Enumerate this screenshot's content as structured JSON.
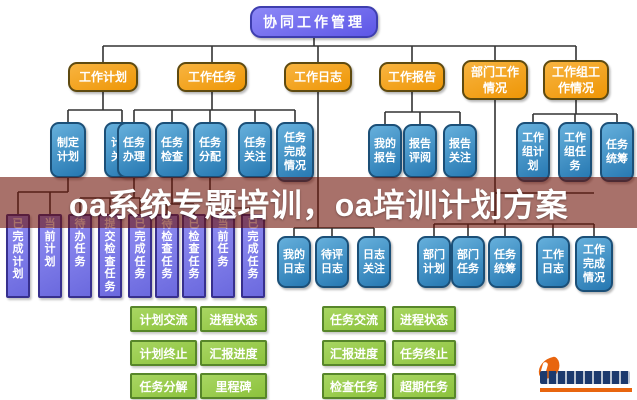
{
  "banner": {
    "text": "oa系统专题培训，oa培训计划方案"
  },
  "diagram": {
    "root": "协同工作管理",
    "level2": [
      "工作计划",
      "工作任务",
      "工作日志",
      "工作报告",
      "部门工作情况",
      "工作组工作情况"
    ],
    "level3": {
      "plan": [
        "制定计划",
        "计划关注"
      ],
      "task": [
        "任务办理",
        "任务检查",
        "任务分配",
        "任务关注",
        "任务完成情况"
      ],
      "report": [
        "我的报告",
        "报告评阅",
        "报告关注"
      ],
      "workgroup": [
        "工作组计划",
        "工作组任务",
        "任务统筹"
      ]
    },
    "vertical_boxes": [
      "已完成计划",
      "当前计划",
      "待办任务",
      "提交检查任务",
      "已完成任务",
      "待检查任务",
      "已检查任务",
      "当前任务",
      "已完成任务"
    ],
    "level4": {
      "log": [
        "我的日志",
        "待评日志",
        "日志关注"
      ],
      "department": [
        "部门计划",
        "部门任务",
        "任务统筹",
        "工作日志",
        "工作完成情况"
      ]
    },
    "green_left": [
      "计划交流",
      "进程状态",
      "计划终止",
      "汇报进度",
      "任务分解",
      "里程碑"
    ],
    "green_right": [
      "任务交流",
      "进程状态",
      "汇报进度",
      "任务终止",
      "检查任务",
      "超期任务"
    ]
  },
  "colors": {
    "root_fill": "#6c66f0",
    "level2_fill": "#f29d14",
    "level3_fill": "#2e7fb8",
    "vertical_fill": "#7b79e8",
    "green_fill": "#9bcb52",
    "banner_overlay": "#6e1206",
    "connector_line": "#333333",
    "logo_orange": "#e8650f",
    "logo_navy": "#1c3a6e"
  }
}
